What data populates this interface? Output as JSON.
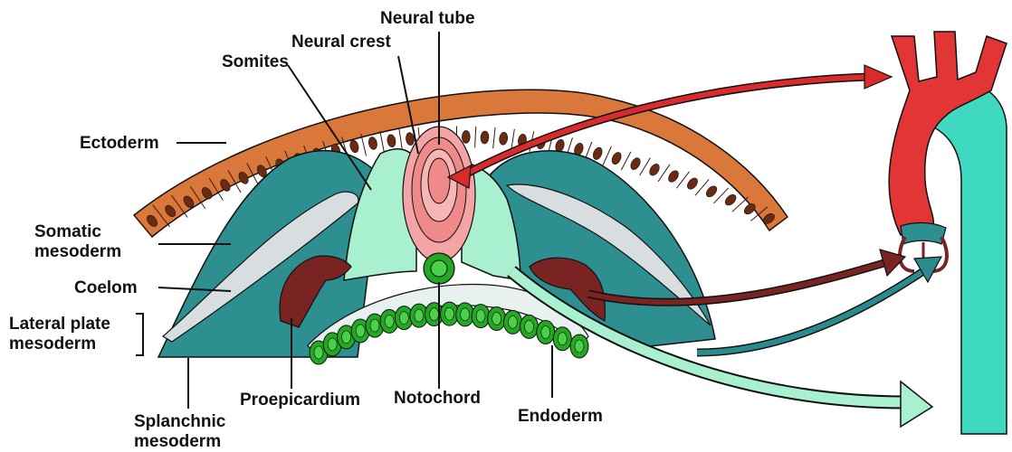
{
  "labels": {
    "neural_tube": "Neural tube",
    "neural_crest": "Neural crest",
    "somites": "Somites",
    "ectoderm": "Ectoderm",
    "somatic_mesoderm_1": "Somatic",
    "somatic_mesoderm_2": "mesoderm",
    "coelom": "Coelom",
    "lateral_plate_1": "Lateral plate",
    "lateral_plate_2": "mesoderm",
    "splanchnic_1": "Splanchnic",
    "splanchnic_2": "mesoderm",
    "proepicardium": "Proepicardium",
    "notochord": "Notochord",
    "endoderm": "Endoderm"
  },
  "colors": {
    "ectoderm": "#d9783a",
    "nucleus": "#6b2a12",
    "mesoderm": "#2e8f91",
    "coelom": "#d8dedf",
    "somite": "#a8f0cf",
    "neural_tube": "#f08a8a",
    "neural_core": "#f4a4a4",
    "proepicardium": "#7a2323",
    "notochord": "#22a822",
    "heart_red": "#e23535",
    "heart_teal": "#3fd9c2",
    "arrow_red": "#d92b2b",
    "arrow_brown": "#7a2323",
    "arrow_teal": "#2a8a8c",
    "arrow_mint": "#a8f0cf"
  }
}
